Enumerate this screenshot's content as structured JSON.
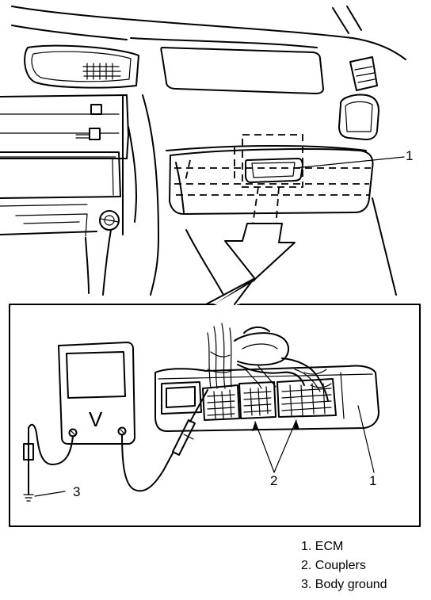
{
  "callouts": {
    "ecm_top": "1",
    "couplers": "2",
    "body_ground": "3",
    "ecm_bottom": "1"
  },
  "meter": {
    "symbol": "V"
  },
  "legend": [
    "1. ECM",
    "2. Couplers",
    "3. Body ground"
  ]
}
